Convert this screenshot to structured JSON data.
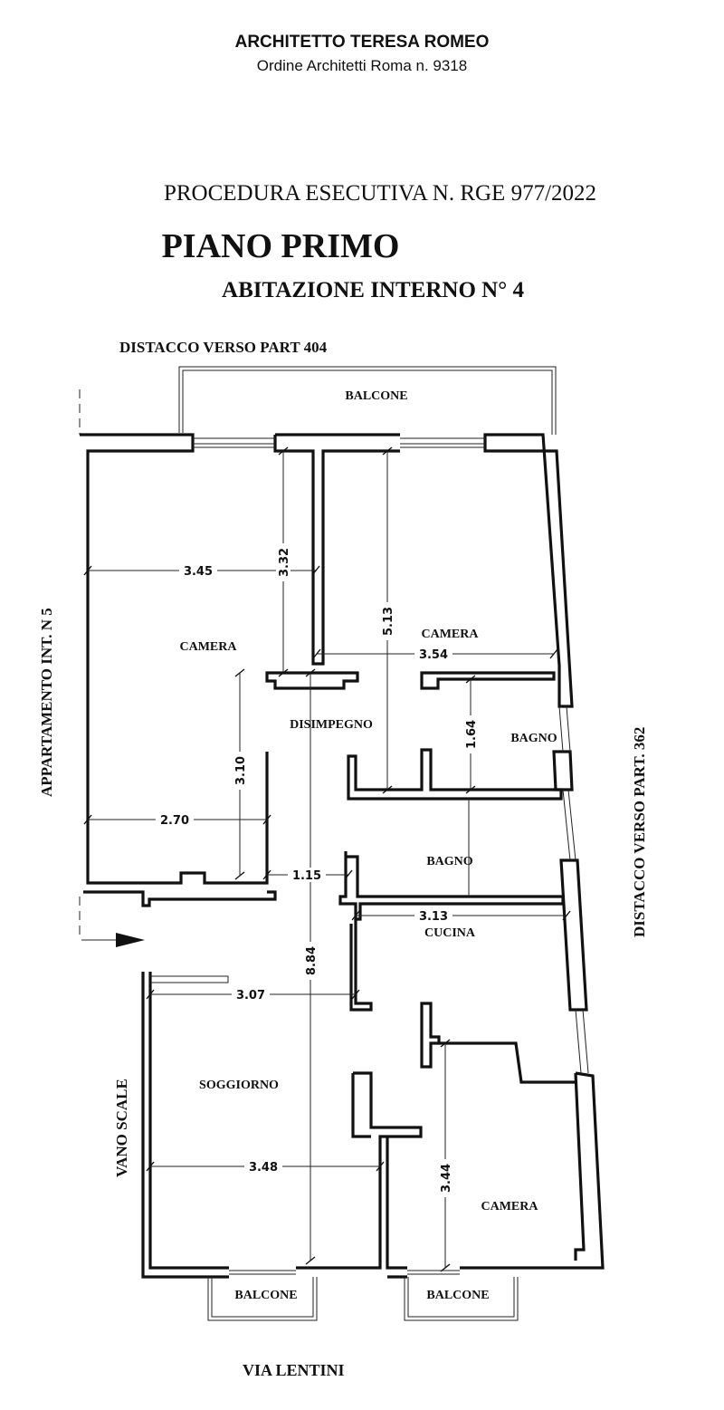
{
  "header": {
    "architect_name": "ARCHITETTO TERESA ROMEO",
    "architect_order": "Ordine Architetti Roma n. 9318",
    "procedure": "PROCEDURA ESECUTIVA N. RGE 977/2022",
    "floor": "PIANO PRIMO",
    "unit": "ABITAZIONE INTERNO N° 4"
  },
  "surroundings": {
    "top": "DISTACCO VERSO PART 404",
    "left": "APPARTAMENTO INT. N 5",
    "right": "DISTACCO VERSO PART. 362",
    "stairs": "VANO SCALE",
    "street": "VIA LENTINI"
  },
  "rooms": {
    "balcone_top": "BALCONE",
    "camera_left": "CAMERA",
    "camera_top_right": "CAMERA",
    "disimpegno": "DISIMPEGNO",
    "bagno_1": "BAGNO",
    "bagno_2": "BAGNO",
    "cucina": "CUCINA",
    "soggiorno": "SOGGIORNO",
    "camera_bottom_right": "CAMERA",
    "balcone_bottom_left": "BALCONE",
    "balcone_bottom_right": "BALCONE"
  },
  "dimensions": {
    "d_345": "3.45",
    "d_332": "3.32",
    "d_513": "5.13",
    "d_354": "3.54",
    "d_164": "1.64",
    "d_310": "3.10",
    "d_270": "2.70",
    "d_115": "1.15",
    "d_313": "3.13",
    "d_307": "3.07",
    "d_884": "8.84",
    "d_348": "3.48",
    "d_344": "3.44"
  }
}
